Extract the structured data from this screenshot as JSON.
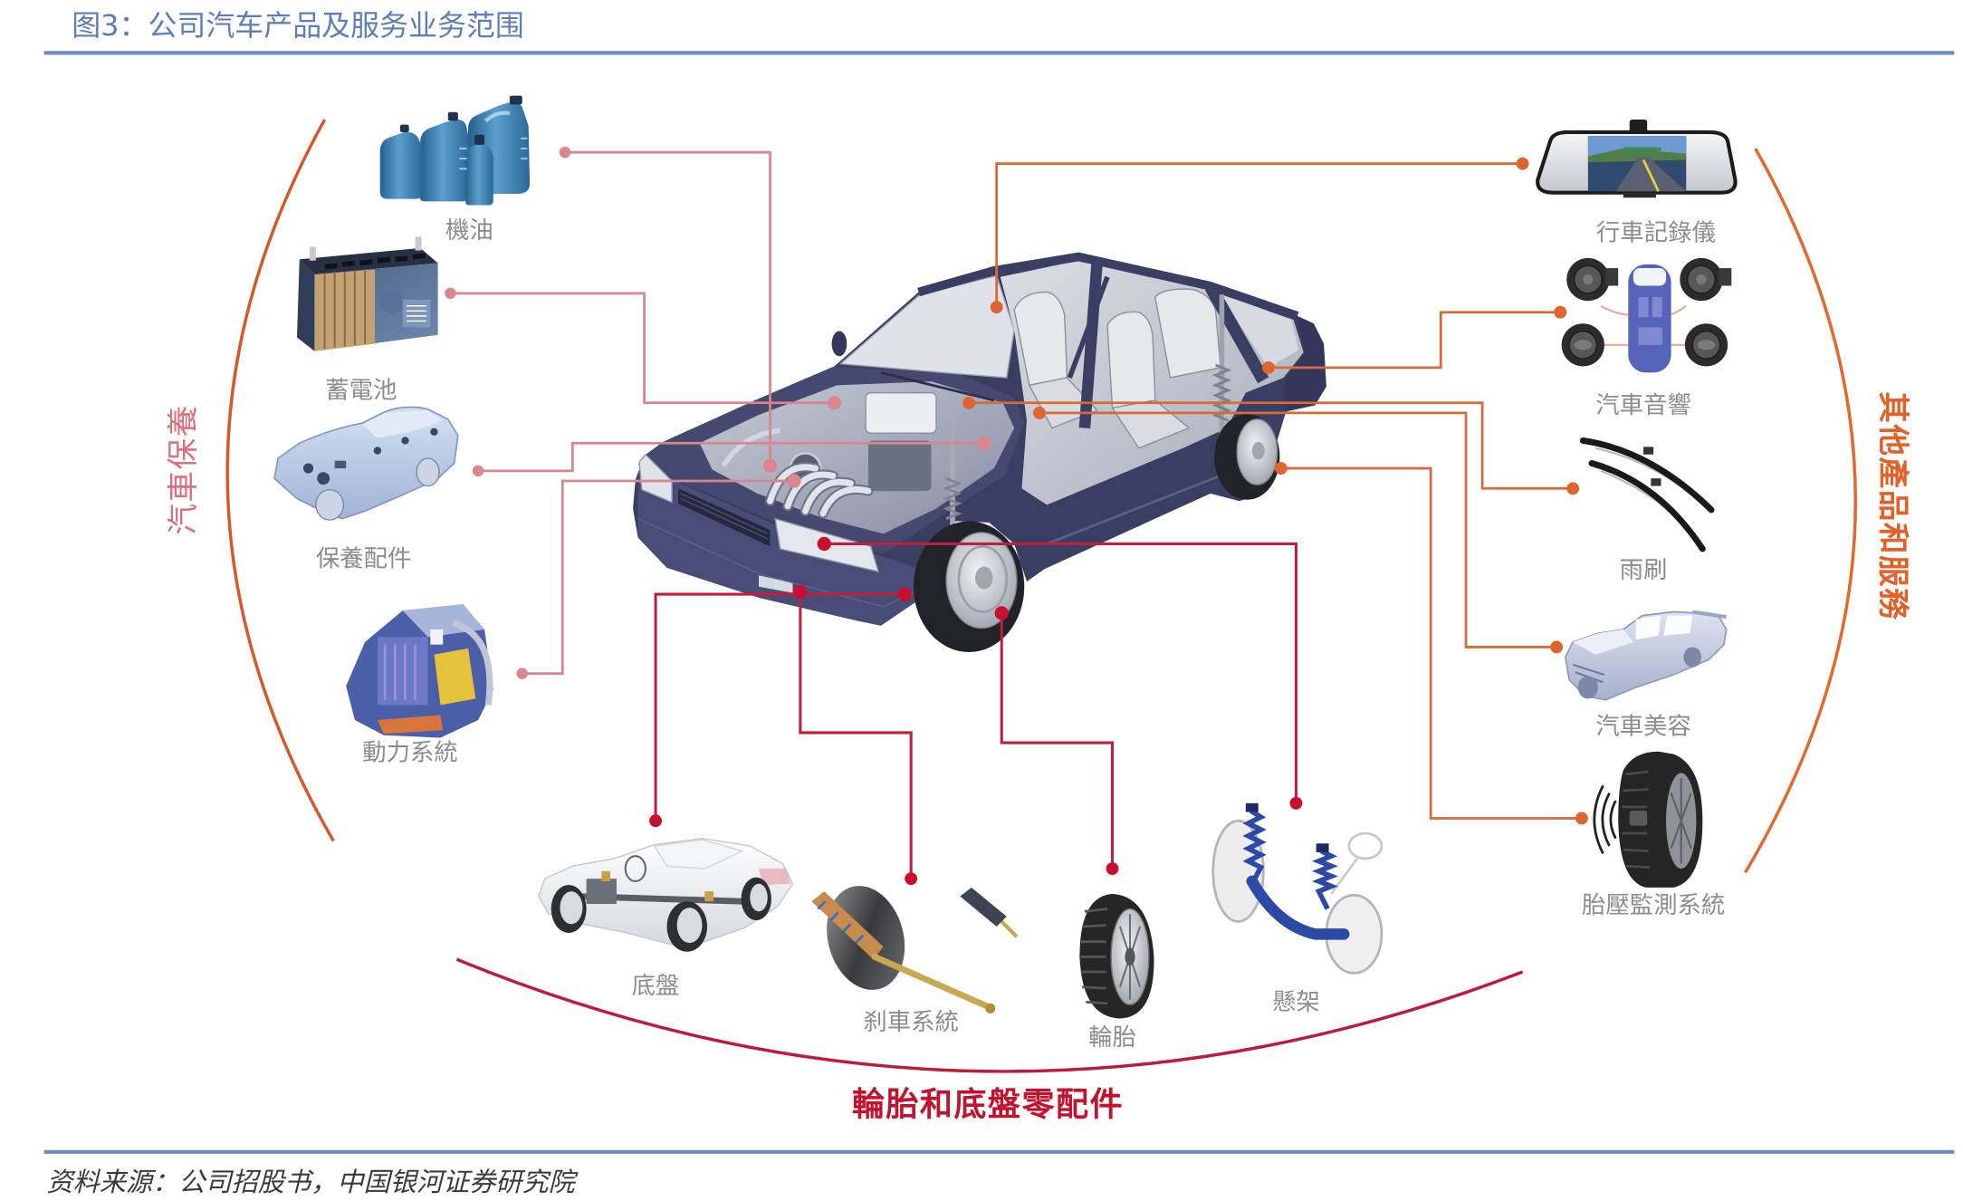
{
  "figure": {
    "title": "图3：公司汽车产品及服务业务范围",
    "source": "资料来源：公司招股书，中国银河证券研究院"
  },
  "center": {
    "icon": "cutaway-sedan-car"
  },
  "groups": {
    "maintenance": {
      "label": "汽車保養",
      "label_color": "#d9717a",
      "arc_color": "#d4592b",
      "line_color": "#d8868e",
      "dot_color": "#d9868f",
      "items": [
        {
          "label": "機油",
          "icon": "engine-oil-bottles-icon"
        },
        {
          "label": "蓄電池",
          "icon": "car-battery-icon"
        },
        {
          "label": "保養配件",
          "icon": "maintenance-parts-car-icon"
        },
        {
          "label": "動力系統",
          "icon": "powertrain-engine-icon"
        }
      ]
    },
    "other": {
      "label": "其他產品和服務",
      "label_color": "#e0622a",
      "arc_color": "#de6a30",
      "line_color": "#d46b3c",
      "dot_color": "#df6430",
      "items": [
        {
          "label": "行車記錄儀",
          "icon": "dashcam-mirror-icon"
        },
        {
          "label": "汽車音響",
          "icon": "car-audio-speakers-icon"
        },
        {
          "label": "雨刷",
          "icon": "wiper-blades-icon"
        },
        {
          "label": "汽車美容",
          "icon": "car-body-detailing-icon"
        },
        {
          "label": "胎壓監測系統",
          "icon": "tire-pressure-monitor-icon"
        }
      ]
    },
    "chassis": {
      "label": "輪胎和底盤零配件",
      "label_color": "#c0142e",
      "arc_color": "#bb1c3b",
      "line_color": "#bd1f3c",
      "dot_color": "#c8102e",
      "items": [
        {
          "label": "底盤",
          "icon": "chassis-car-icon"
        },
        {
          "label": "刹車系統",
          "icon": "brake-booster-icon"
        },
        {
          "label": "輪胎",
          "icon": "tire-icon"
        },
        {
          "label": "懸架",
          "icon": "suspension-icon"
        }
      ]
    }
  },
  "theme": {
    "title_color": "#5f7db5",
    "rule_color": "#6f88bd",
    "item_label_color": "#8c8c8c",
    "source_color": "#3a3a3a"
  }
}
